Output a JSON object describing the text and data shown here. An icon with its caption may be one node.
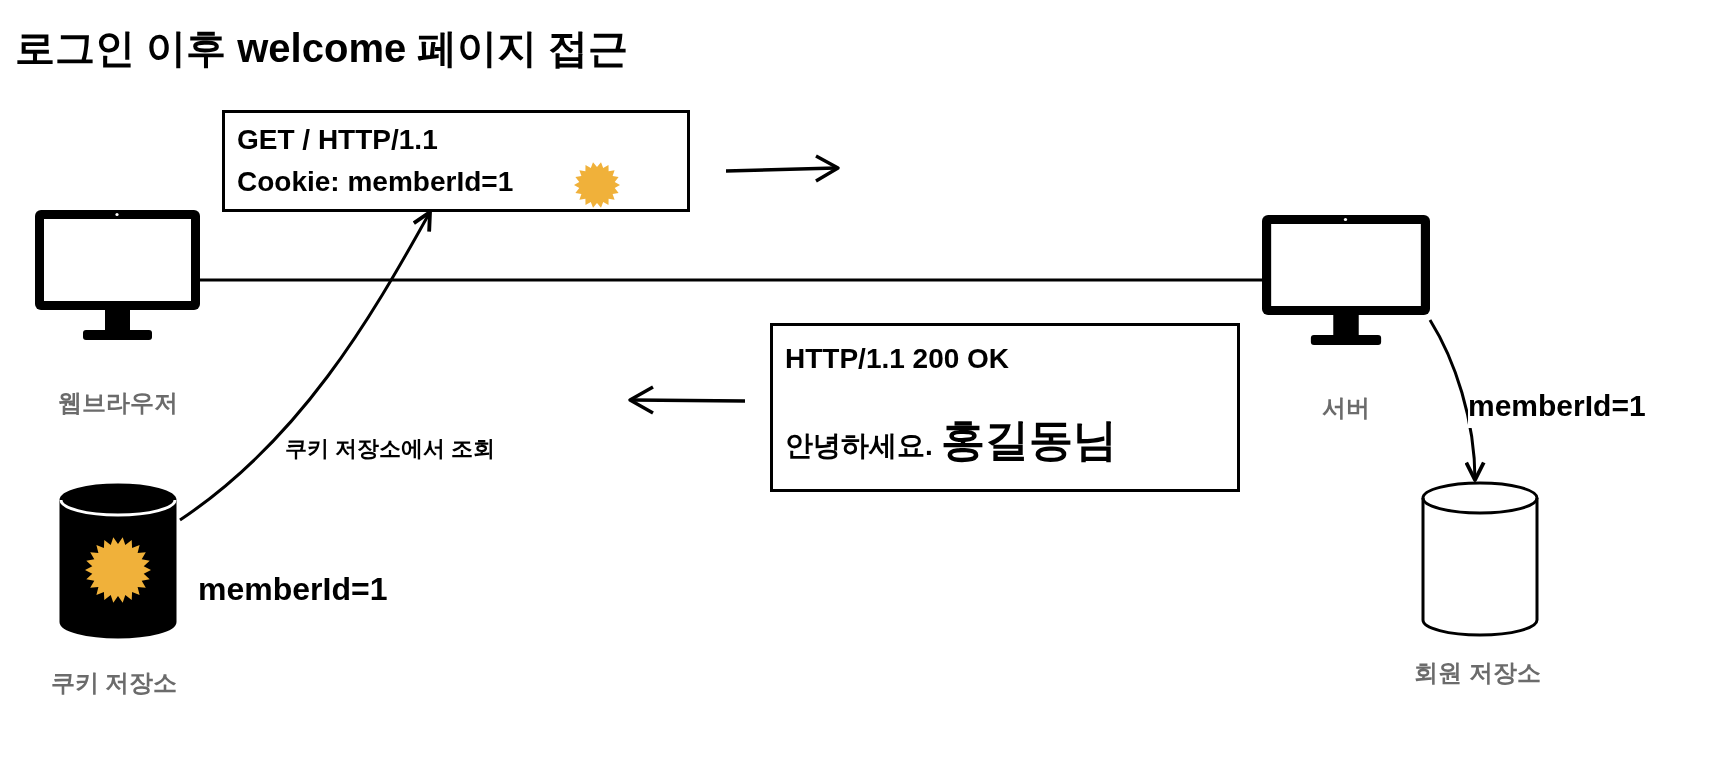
{
  "diagram": {
    "title": "로그인 이후 welcome 페이지 접근",
    "nodes": [
      {
        "text": [
          "GET / HTTP/1.1",
          "Cookie: memberId=1"
        ]
      },
      {
        "text": [
          "웹브라우저"
        ]
      },
      {
        "text": [
          "서버"
        ]
      },
      {
        "text": [
          "HTTP/1.1 200 OK",
          "안녕하세요. **홍길동님**"
        ]
      },
      {
        "text": [
          "쿠키 저장소"
        ],
        "beside": [
          "memberId=1"
        ]
      },
      {
        "text": [
          "회원 저장소"
        ]
      }
    ],
    "edges": [
      {
        "from": 1,
        "to": 2,
        "arrow": "none"
      },
      {
        "from": 4,
        "to": 0,
        "arrow": "to",
        "label": "쿠키 저장소에서 조회"
      },
      {
        "from": 2,
        "to": 5,
        "arrow": "to",
        "label": "memberId=1"
      }
    ]
  }
}
